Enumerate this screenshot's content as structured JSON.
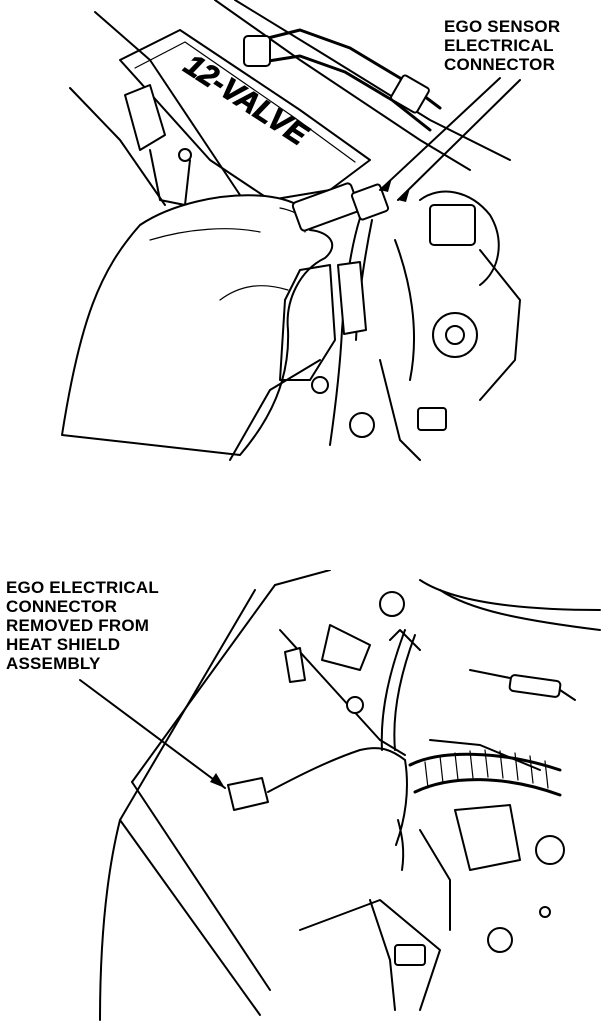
{
  "top_figure": {
    "callout_lines": [
      "EGO SENSOR",
      "ELECTRICAL",
      "CONNECTOR"
    ],
    "engine_marking": "12-VALVE"
  },
  "bottom_figure": {
    "callout_lines": [
      "EGO ELECTRICAL",
      "CONNECTOR",
      "REMOVED FROM",
      "HEAT SHIELD",
      "ASSEMBLY"
    ]
  }
}
